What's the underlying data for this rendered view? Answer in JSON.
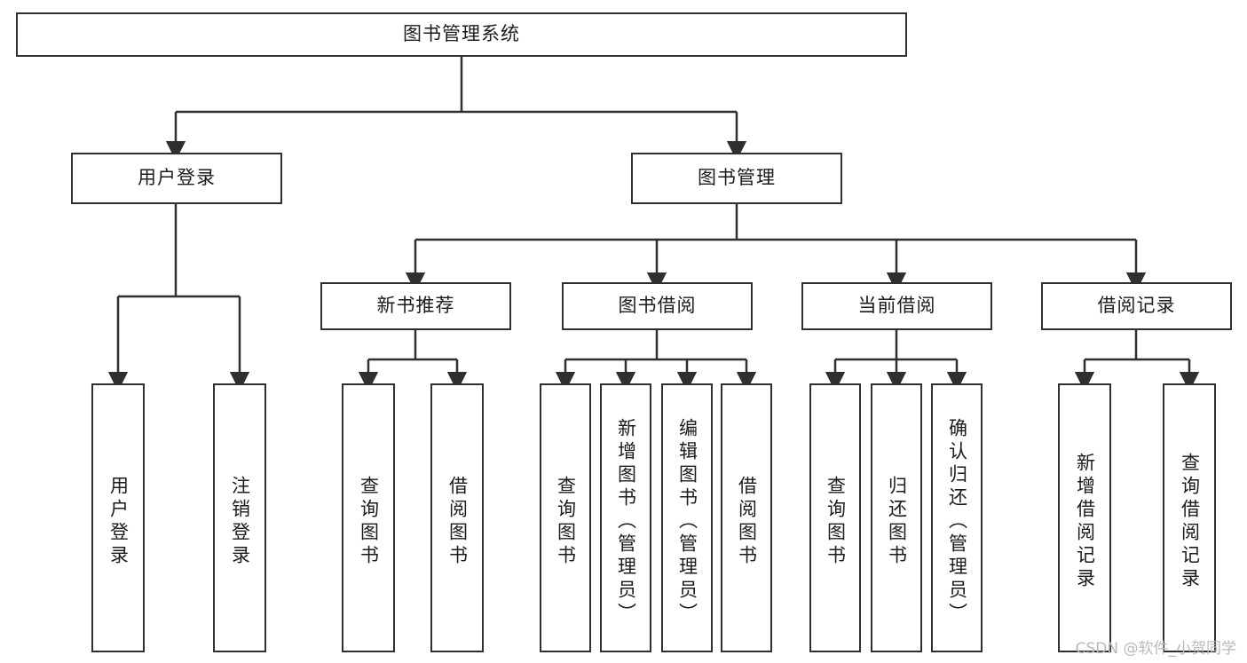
{
  "diagram": {
    "title": "图书管理系统",
    "watermark": "CSDN @软件_小贺同学",
    "line_color": "#2f2f2f",
    "text_color": "#1b1b1b",
    "background": "#ffffff",
    "nodes": {
      "root": "图书管理系统",
      "user_login": "用户登录",
      "book_manage": "图书管理",
      "new_book_rec": "新书推荐",
      "book_borrow": "图书借阅",
      "current_borrow": "当前借阅",
      "borrow_record": "借阅记录",
      "leaf_user_login": "用户登录",
      "leaf_logout": "注销登录",
      "leaf_query_book_1": "查询图书",
      "leaf_borrow_book_1": "借阅图书",
      "leaf_query_book_2": "查询图书",
      "leaf_add_book_admin": "新增图书（管理员）",
      "leaf_edit_book_admin": "编辑图书（管理员）",
      "leaf_borrow_book_2": "借阅图书",
      "leaf_query_book_3": "查询图书",
      "leaf_return_book": "归还图书",
      "leaf_confirm_return_admin": "确认归还（管理员）",
      "leaf_add_record": "新增借阅记录",
      "leaf_query_record": "查询借阅记录"
    }
  }
}
